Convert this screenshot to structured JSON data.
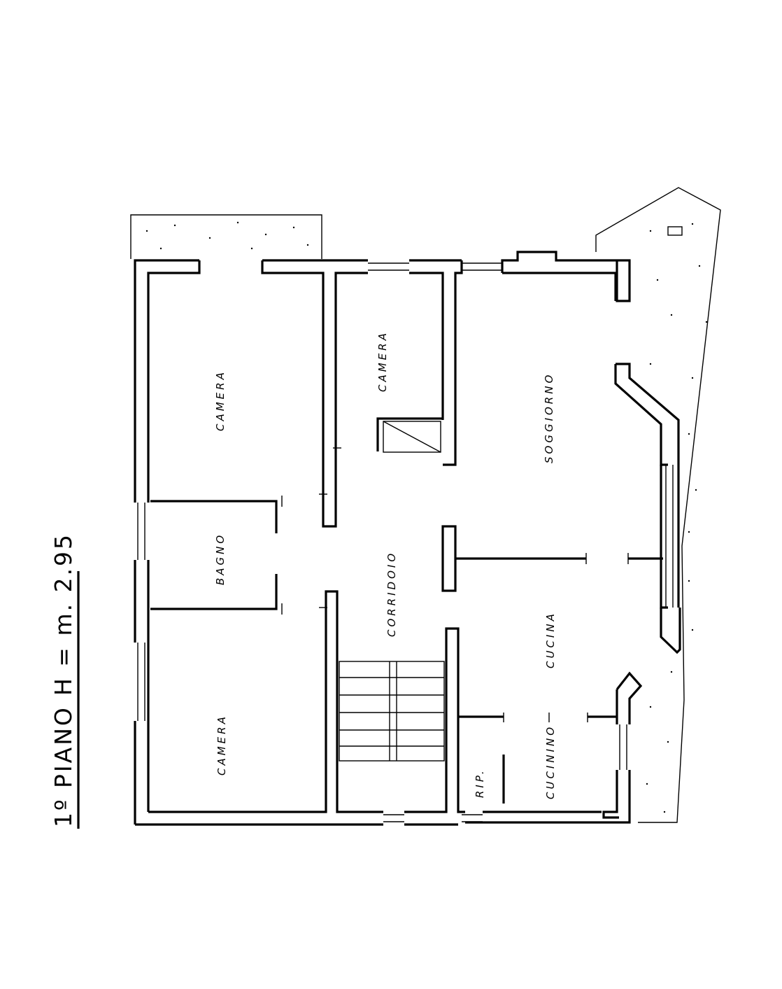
{
  "title": {
    "floor": "1º PIANO",
    "height": "H = m. 2.95"
  },
  "rooms": {
    "camera_1": "CAMERA",
    "camera_2": "CAMERA",
    "camera_3": "CAMERA",
    "soggiorno": "SOGGIORNO",
    "bagno": "BAGNO",
    "corridoio": "CORRIDOIO",
    "cucina": "CUCINA",
    "cucinino": "CUCININO",
    "ripostiglio": "RIP."
  },
  "colors": {
    "ink": "#000000",
    "paper": "#ffffff"
  }
}
